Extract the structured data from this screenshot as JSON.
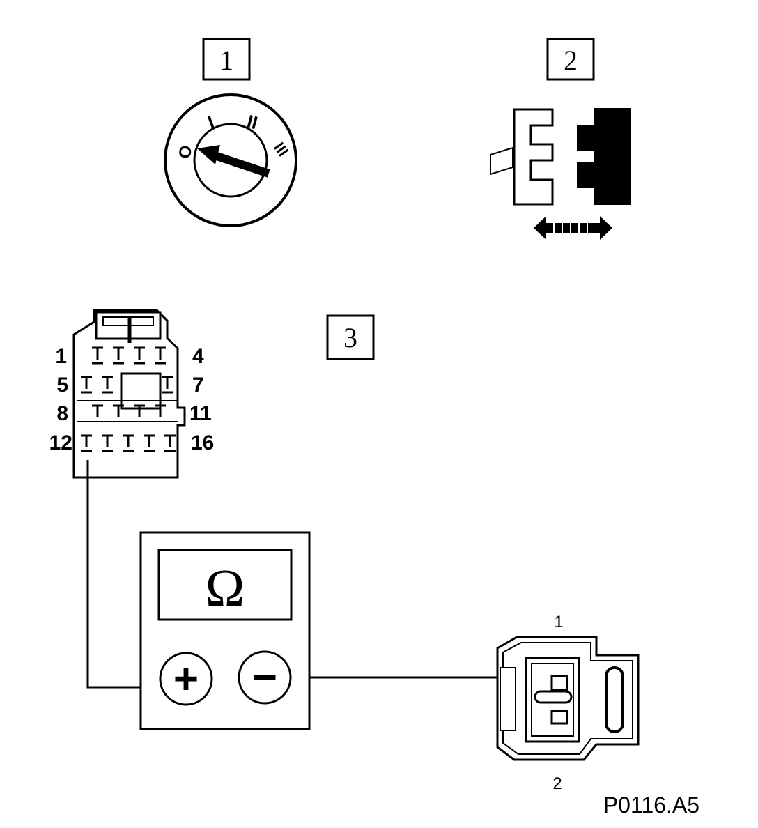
{
  "step_boxes": {
    "step1": "1",
    "step2": "2",
    "step3": "3"
  },
  "ignition": {
    "pos0": "O",
    "pos1": "I",
    "pos2": "II",
    "pos3": "III"
  },
  "connector16": {
    "pin1": "1",
    "pin4": "4",
    "pin5": "5",
    "pin7": "7",
    "pin8": "8",
    "pin11": "11",
    "pin12": "12",
    "pin16": "16"
  },
  "ohmmeter": {
    "display_symbol": "Ω",
    "plus_symbol": "+",
    "minus_symbol": "−"
  },
  "connector2": {
    "pin1": "1",
    "pin2": "2"
  },
  "reference_code": "P0116.A5",
  "colors": {
    "ink": "#000000",
    "background": "#ffffff"
  }
}
